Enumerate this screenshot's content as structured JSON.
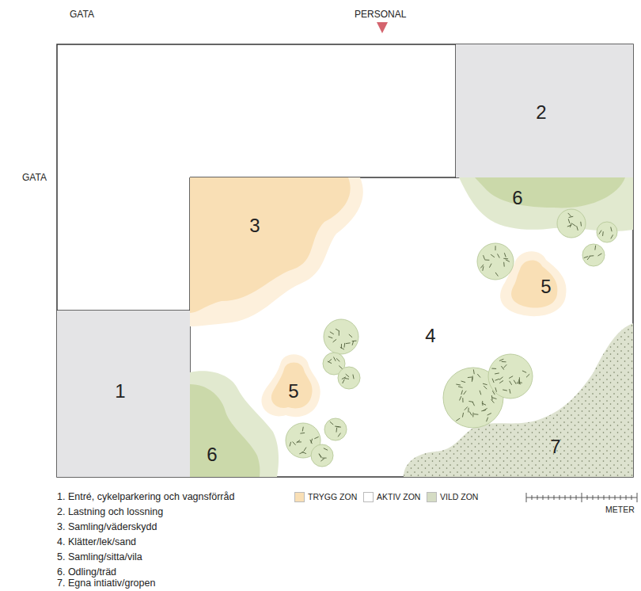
{
  "diagram": {
    "nodes": [
      {
        "text": [
          "2"
        ]
      },
      {
        "text": [
          "4"
        ]
      },
      {
        "text": [
          "6"
        ],
        "in": 1
      },
      {
        "text": [
          "3"
        ],
        "in": 1
      },
      {
        "text": [
          "5"
        ],
        "in": 1
      },
      {
        "text": [
          "5"
        ],
        "in": 1
      },
      {
        "text": [
          "1"
        ]
      },
      {
        "text": [
          "6"
        ],
        "in": 1
      },
      {
        "text": [
          "7"
        ],
        "in": 1
      }
    ],
    "labels": [
      "GATA",
      "PERSONAL",
      "GATA",
      "1. Entré, cykelparkering och vagnsförråd",
      "2. Lastning och lossning",
      "3. Samling/väderskydd",
      "4. Klätter/lek/sand",
      "5. Samling/sitta/vila",
      "6. Odling/träd",
      "7. Egna intiativ/gropen",
      "METER"
    ],
    "legend": [
      {
        "text": "TRYGG ZON",
        "color": "#f9dfb5"
      },
      {
        "text": "AKTIV ZON",
        "color": "#ffffff"
      },
      {
        "text": "VILD ZON",
        "color": "#d5dcc4"
      }
    ]
  }
}
